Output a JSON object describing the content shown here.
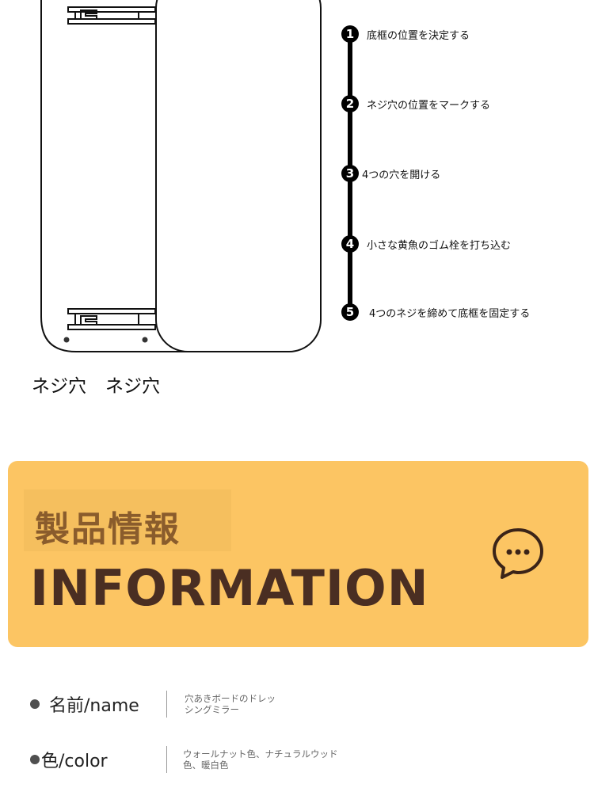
{
  "steps": [
    {
      "num": "1",
      "label": "底框の位置を決定する"
    },
    {
      "num": "2",
      "label": "ネジ穴の位置をマークする"
    },
    {
      "num": "3",
      "label": "4つの穴を開ける"
    },
    {
      "num": "4",
      "label": "小さな黄魚のゴム栓を打ち込む"
    },
    {
      "num": "5",
      "label": "4つのネジを締めて底框を固定する"
    }
  ],
  "hole_labels": [
    "ネジ穴",
    "ネジ穴"
  ],
  "banner": {
    "title_jp": "製品情報",
    "title_en": "INFORMATION",
    "icon": "chat-bubble-icon",
    "color": "#fcc563"
  },
  "info": [
    {
      "key": "名前/name",
      "value": "穴あきボードのドレッシングミラー"
    },
    {
      "key": "色/color",
      "value": "ウォールナット色、ナチュラルウッド色、暖白色"
    }
  ]
}
